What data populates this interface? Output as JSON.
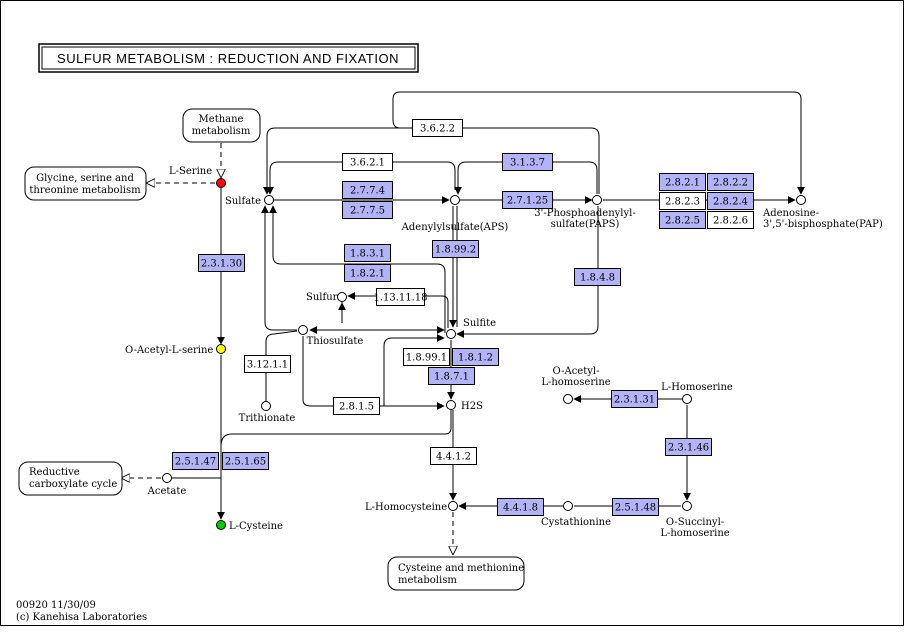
{
  "title": "SULFUR METABOLISM : REDUCTION AND FIXATION",
  "colors": {
    "enzyme_present": "#b3b3f7",
    "enzyme_absent": "#ffffff",
    "compound_default": "#ffffff",
    "compound_red": "#ff0000",
    "compound_yellow": "#ffff00",
    "compound_green": "#00cc00"
  },
  "footer": {
    "map_id_date": "00920 11/30/09",
    "copyright": "(c) Kanehisa Laboratories"
  },
  "maps": [
    {
      "id": "methane",
      "lines": [
        "Methane",
        "metabolism"
      ]
    },
    {
      "id": "glycine",
      "lines": [
        "Glycine, serine and",
        "threonine metabolism"
      ]
    },
    {
      "id": "reductive",
      "lines": [
        "Reductive",
        "carboxylate cycle"
      ]
    },
    {
      "id": "cysmet",
      "lines": [
        "Cysteine and methionine",
        "metabolism"
      ]
    }
  ],
  "compounds": [
    {
      "id": "lserine",
      "label": [
        "L-Serine"
      ],
      "color": "red"
    },
    {
      "id": "sulfate",
      "label": [
        "Sulfate"
      ],
      "color": "default"
    },
    {
      "id": "aps",
      "label": [
        "Adenylylsulfate(APS)"
      ],
      "color": "default"
    },
    {
      "id": "paps",
      "label": [
        "3'-Phosphoadenylyl-",
        "sulfate(PAPS)"
      ],
      "color": "default"
    },
    {
      "id": "pap",
      "label": [
        "Adenosine-",
        "3',5'-bisphosphate(PAP)"
      ],
      "color": "default"
    },
    {
      "id": "sulfur",
      "label": [
        "Sulfur"
      ],
      "color": "default"
    },
    {
      "id": "thiosulfate",
      "label": [
        "Thiosulfate"
      ],
      "color": "default"
    },
    {
      "id": "sulfite",
      "label": [
        "Sulfite"
      ],
      "color": "default"
    },
    {
      "id": "oacetylserine",
      "label": [
        "O-Acetyl-L-serine"
      ],
      "color": "yellow"
    },
    {
      "id": "trithionate",
      "label": [
        "Trithionate"
      ],
      "color": "default"
    },
    {
      "id": "h2s",
      "label": [
        "H2S"
      ],
      "color": "default"
    },
    {
      "id": "oacetylhomoserine",
      "label": [
        "O-Acetyl-",
        "L-homoserine"
      ],
      "color": "default"
    },
    {
      "id": "lhomoserine",
      "label": [
        "L-Homoserine"
      ],
      "color": "default"
    },
    {
      "id": "acetate",
      "label": [
        "Acetate"
      ],
      "color": "default"
    },
    {
      "id": "lcysteine",
      "label": [
        "L-Cysteine"
      ],
      "color": "green"
    },
    {
      "id": "lhomocysteine",
      "label": [
        "L-Homocysteine"
      ],
      "color": "default"
    },
    {
      "id": "cystathionine",
      "label": [
        "Cystathionine"
      ],
      "color": "default"
    },
    {
      "id": "osuccinylhomoserine",
      "label": [
        "O-Succinyl-",
        "L-homoserine"
      ],
      "color": "default"
    }
  ],
  "enzymes": [
    {
      "id": "e3622",
      "label": "3.6.2.2",
      "present": false
    },
    {
      "id": "e3621",
      "label": "3.6.2.1",
      "present": false
    },
    {
      "id": "e3137",
      "label": "3.1.3.7",
      "present": true
    },
    {
      "id": "e2774",
      "label": "2.7.7.4",
      "present": true
    },
    {
      "id": "e2775",
      "label": "2.7.7.5",
      "present": true
    },
    {
      "id": "e27125",
      "label": "2.7.1.25",
      "present": true
    },
    {
      "id": "e2821",
      "label": "2.8.2.1",
      "present": true
    },
    {
      "id": "e2822",
      "label": "2.8.2.2",
      "present": true
    },
    {
      "id": "e2823",
      "label": "2.8.2.3",
      "present": false
    },
    {
      "id": "e2824",
      "label": "2.8.2.4",
      "present": true
    },
    {
      "id": "e2825",
      "label": "2.8.2.5",
      "present": true
    },
    {
      "id": "e2826",
      "label": "2.8.2.6",
      "present": false
    },
    {
      "id": "e1831",
      "label": "1.8.3.1",
      "present": true
    },
    {
      "id": "e1821",
      "label": "1.8.2.1",
      "present": true
    },
    {
      "id": "e18992",
      "label": "1.8.99.2",
      "present": true
    },
    {
      "id": "e1848",
      "label": "1.8.4.8",
      "present": true
    },
    {
      "id": "e231130",
      "label": "2.3.1.30",
      "present": true
    },
    {
      "id": "e1131118",
      "label": "1.13.11.18",
      "present": false
    },
    {
      "id": "e31211",
      "label": "3.12.1.1",
      "present": false
    },
    {
      "id": "e18991",
      "label": "1.8.99.1",
      "present": false
    },
    {
      "id": "e1812",
      "label": "1.8.1.2",
      "present": true
    },
    {
      "id": "e1871",
      "label": "1.8.7.1",
      "present": true
    },
    {
      "id": "e2815",
      "label": "2.8.1.5",
      "present": false
    },
    {
      "id": "e23131",
      "label": "2.3.1.31",
      "present": true
    },
    {
      "id": "e23146",
      "label": "2.3.1.46",
      "present": true
    },
    {
      "id": "e4412",
      "label": "4.4.1.2",
      "present": false
    },
    {
      "id": "e25147",
      "label": "2.5.1.47",
      "present": true
    },
    {
      "id": "e25165",
      "label": "2.5.1.65",
      "present": true
    },
    {
      "id": "e4418",
      "label": "4.4.1.8",
      "present": true
    },
    {
      "id": "e25148",
      "label": "2.5.1.48",
      "present": true
    }
  ]
}
